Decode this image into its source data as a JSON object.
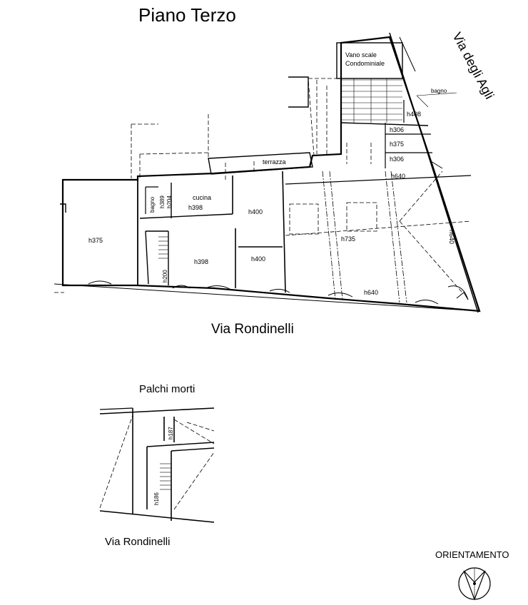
{
  "header": {
    "title": "Piano Terzo"
  },
  "streets": {
    "main": "Via Rondinelli",
    "side": "Via degli Agli",
    "secondary": "Via Rondinelli"
  },
  "sections": {
    "palchi": "Palchi morti"
  },
  "orientation": {
    "label": "ORIENTAMENTO",
    "icon": "compass-rose-icon"
  },
  "rooms": {
    "stair_line1": "Vano scale",
    "stair_line2": "Condominiale",
    "bagno_top": "bagno",
    "h408": "h408",
    "h306_a": "h306",
    "h375_a": "h375",
    "h306_b": "h306",
    "terrazza": "terrazza",
    "h640_top": "h640",
    "cucina": "cucina",
    "h398_a": "h398",
    "bagno_left": "bagno",
    "h389": "h389",
    "h204": "h204",
    "h400_a": "h400",
    "h375_left": "h375",
    "h735": "h735",
    "h640_side": "h640",
    "h398_b": "h398",
    "h400_b": "h400",
    "h200": "h200",
    "h640_bottom": "h640",
    "h187": "h187",
    "h186": "h186"
  }
}
